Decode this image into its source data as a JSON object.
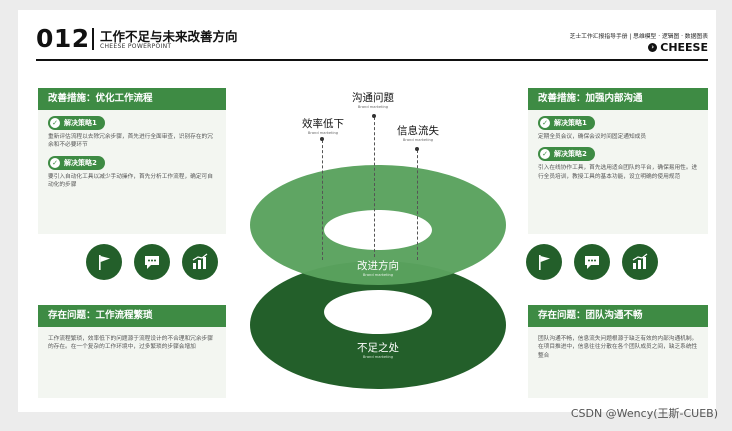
{
  "header": {
    "number": "012",
    "title": "工作不足与未来改善方向",
    "subtitle": "CHEESE POWERPOINT",
    "right_text": "芝士工作汇报指导手册 | 思维模型 · 逻辑图 · 数据图表",
    "brand": "CHEESE"
  },
  "left_top": {
    "heading": "改善措施：优化工作流程",
    "strategies": [
      {
        "label": "解决策略1",
        "text": "重新评估流程以去除冗余步骤，首先进行全面审查，识别存在的冗余和不必要环节"
      },
      {
        "label": "解决策略2",
        "text": "要引入自动化工具以减少手动操作，首先分析工作流程，确定可自动化的步骤"
      }
    ]
  },
  "right_top": {
    "heading": "改善措施：加强内部沟通",
    "strategies": [
      {
        "label": "解决策略1",
        "text": "定期全员会议，确保会议时间固定通知成员"
      },
      {
        "label": "解决策略2",
        "text": "引入在线协作工具，首先选用适合团队的平台，确保易用性。进行全员培训，教授工具的基本功能，设立明确的使用规范"
      }
    ]
  },
  "left_bottom": {
    "heading": "存在问题：工作流程繁琐",
    "text": "工作流程繁琐，效率低下的问题源于流程设计的不合理和冗余步骤的存在。在一个复杂的工作环境中，过多繁琐的步骤会增加"
  },
  "right_bottom": {
    "heading": "存在问题：团队沟通不畅",
    "text": "团队沟通不畅，信息流失问题根源于缺乏有效的内部沟通机制。在项目推进中，信息往往分散在各个团队成员之间，缺乏系统性整合"
  },
  "center": {
    "labels": [
      {
        "title": "效率低下",
        "sub": "Brand marketing"
      },
      {
        "title": "沟通问题",
        "sub": "Brand marketing"
      },
      {
        "title": "信息流失",
        "sub": "Brand marketing"
      }
    ],
    "upper_ring": {
      "title": "改进方向",
      "sub": "Brand marketing"
    },
    "lower_ring": {
      "title": "不足之处",
      "sub": "Brand marketing"
    }
  },
  "icons": [
    "flag-icon",
    "chat-icon",
    "chart-icon"
  ],
  "colors": {
    "accent": "#3e8b44",
    "dark": "#235f2a",
    "light_ring": "#5aa25e"
  },
  "watermark": "CSDN @Wency(王斯-CUEB)"
}
